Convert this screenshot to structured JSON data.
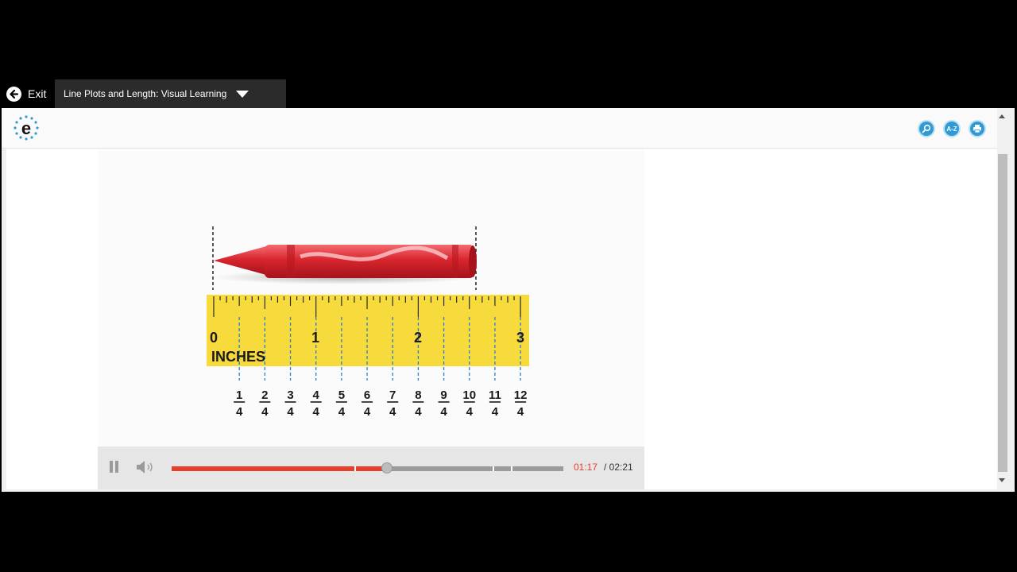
{
  "topbar": {
    "exit_label": "Exit",
    "lesson_title": "Line Plots and Length: Visual Learning"
  },
  "header": {
    "logo_letter": "e",
    "tools": [
      {
        "name": "search-icon"
      },
      {
        "name": "glossary-icon",
        "label": "A-Z"
      },
      {
        "name": "print-icon"
      }
    ]
  },
  "video": {
    "ruler": {
      "unit_label": "INCHES",
      "whole_numbers": [
        "0",
        "1",
        "2",
        "3"
      ],
      "fraction_numerators": [
        "1",
        "2",
        "3",
        "4",
        "5",
        "6",
        "7",
        "8",
        "9",
        "10",
        "11",
        "12"
      ],
      "fraction_denominator": "4"
    },
    "crayon_color": "#d9252e"
  },
  "player": {
    "current_time": "01:17",
    "total_time": "/ 02:21",
    "progress_fraction": 0.55,
    "accent_color": "#e5402c"
  }
}
